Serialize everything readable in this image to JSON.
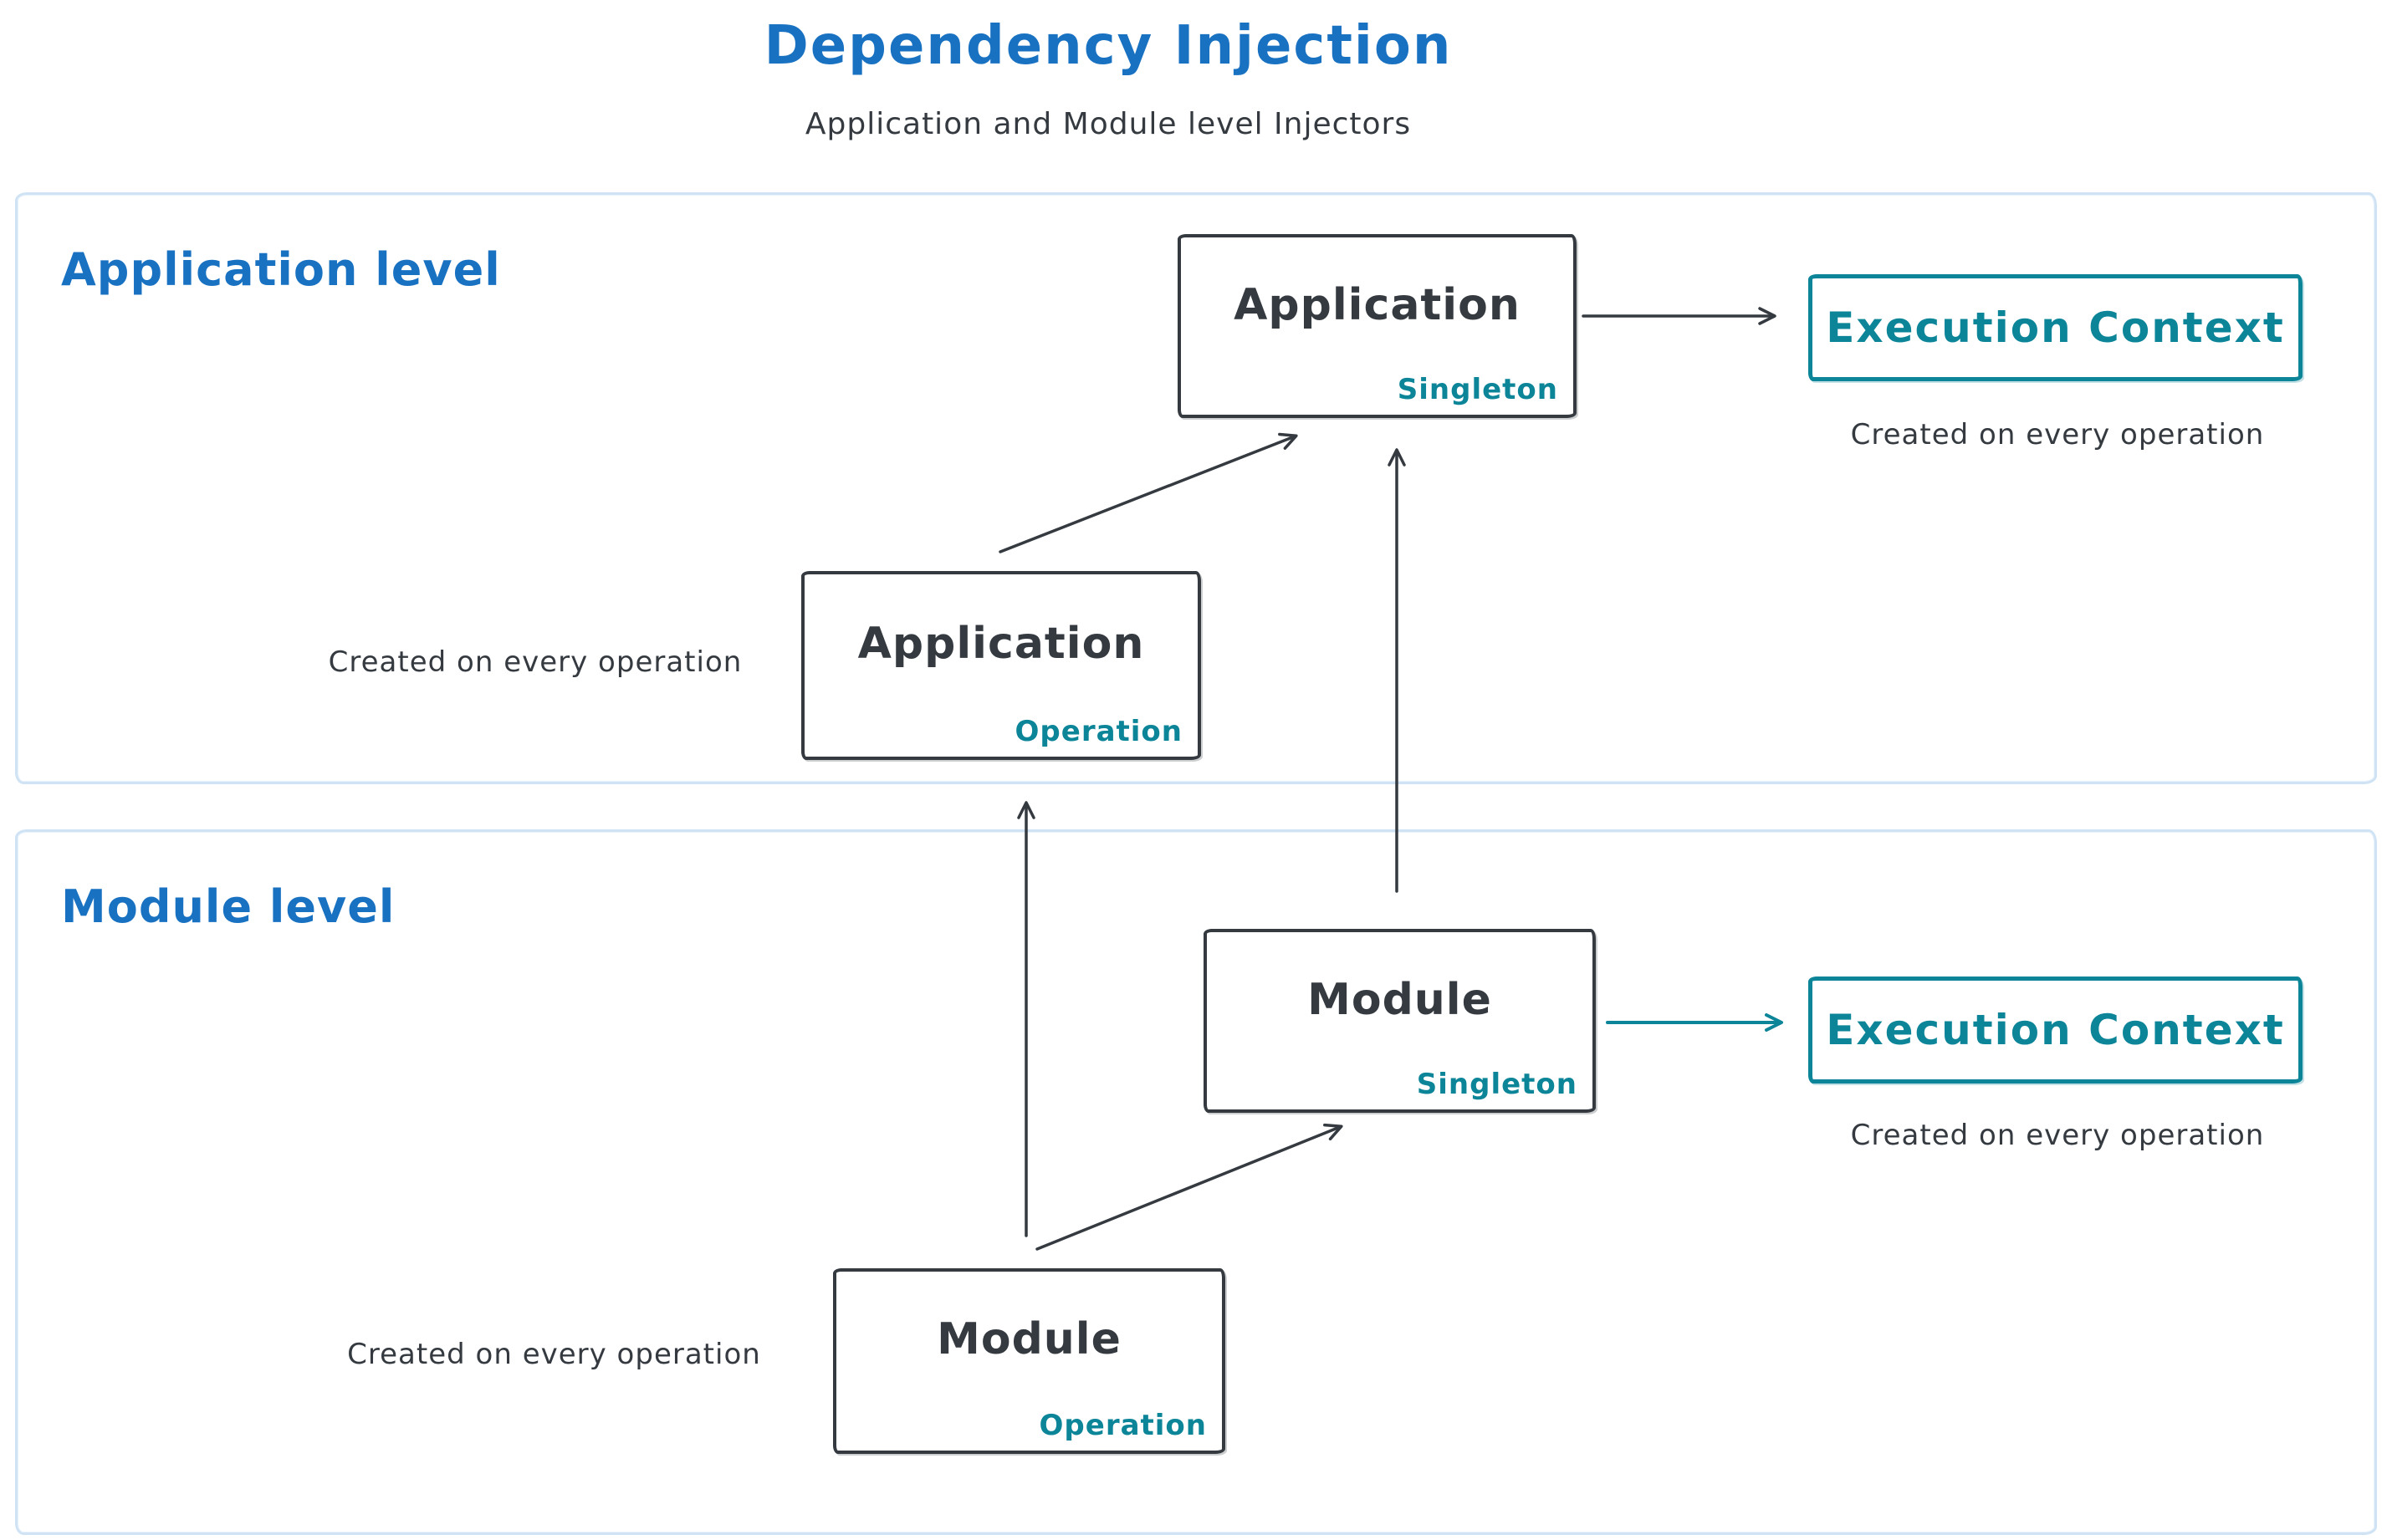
{
  "title": "Dependency Injection",
  "subtitle": "Application and Module level Injectors",
  "colors": {
    "accent_blue": "#1971c2",
    "accent_teal": "#0c8599",
    "ink_dark": "#343a40",
    "section_border": "#cfe3f5"
  },
  "sections": [
    {
      "label": "Application level"
    },
    {
      "label": "Module level"
    }
  ],
  "nodes": {
    "app_singleton": {
      "title": "Application",
      "tag": "Singleton"
    },
    "app_exec": {
      "label": "Execution Context"
    },
    "app_operation": {
      "title": "Application",
      "tag": "Operation"
    },
    "module_singleton": {
      "title": "Module",
      "tag": "Singleton"
    },
    "module_exec": {
      "label": "Execution Context"
    },
    "module_operation": {
      "title": "Module",
      "tag": "Operation"
    }
  },
  "captions": {
    "app_exec": "Created on every operation",
    "app_operation": "Created on every operation",
    "module_exec": "Created on every operation",
    "module_operation": "Created on every operation"
  }
}
